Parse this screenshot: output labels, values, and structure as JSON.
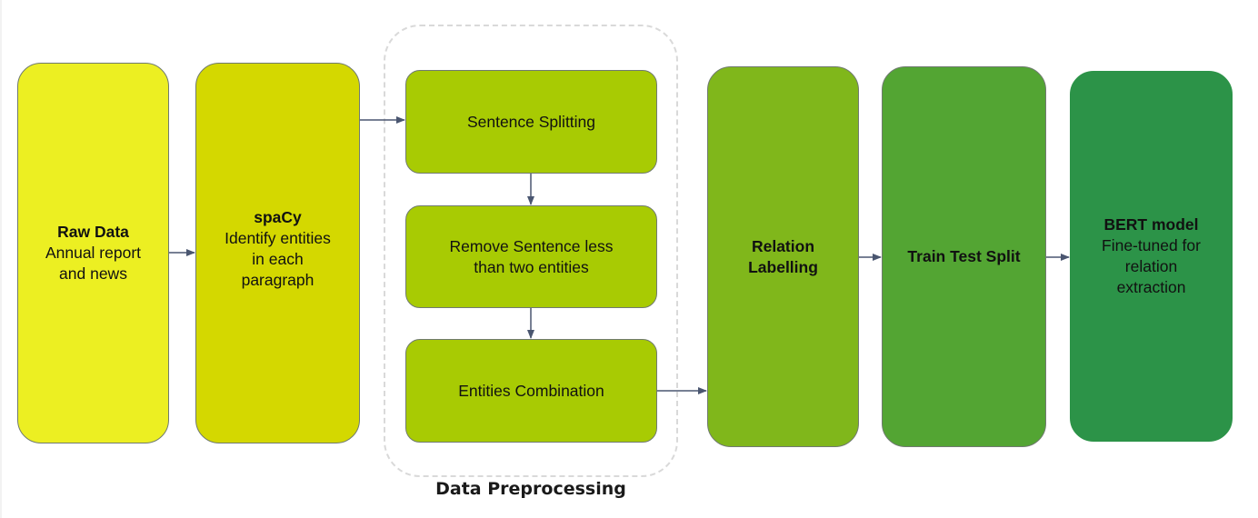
{
  "diagram": {
    "group": {
      "label": "Data Preprocessing"
    },
    "nodes": [
      {
        "id": "raw-data",
        "title": "Raw Data",
        "lines": [
          "Annual report",
          "and news"
        ],
        "color": "#ecef22"
      },
      {
        "id": "spacy",
        "title": "spaCy",
        "lines": [
          "Identify entities",
          "in each",
          "paragraph"
        ],
        "color": "#d4d800"
      },
      {
        "id": "sentence-splitting",
        "title": "",
        "lines": [
          "Sentence Splitting"
        ],
        "color": "#a8cb03"
      },
      {
        "id": "remove-sentence",
        "title": "",
        "lines": [
          "Remove Sentence less",
          "than two entities"
        ],
        "color": "#a8cb03"
      },
      {
        "id": "entities-combination",
        "title": "",
        "lines": [
          "Entities Combination"
        ],
        "color": "#a8cb03"
      },
      {
        "id": "relation-labelling",
        "title": "Relation",
        "title2": "Labelling",
        "lines": [],
        "color": "#80b71b"
      },
      {
        "id": "train-test-split",
        "title": "Train Test Split",
        "lines": [],
        "color": "#53a533"
      },
      {
        "id": "bert-model",
        "title": "BERT model",
        "lines": [
          "Fine-tuned for",
          "relation",
          "extraction"
        ],
        "color": "#2c9348"
      }
    ],
    "edges": [
      {
        "from": "raw-data",
        "to": "spacy"
      },
      {
        "from": "spacy",
        "to": "sentence-splitting"
      },
      {
        "from": "sentence-splitting",
        "to": "remove-sentence"
      },
      {
        "from": "remove-sentence",
        "to": "entities-combination"
      },
      {
        "from": "entities-combination",
        "to": "relation-labelling"
      },
      {
        "from": "relation-labelling",
        "to": "train-test-split"
      },
      {
        "from": "train-test-split",
        "to": "bert-model"
      }
    ],
    "arrow_color": "#4a5670",
    "border_color": "#707a70"
  }
}
